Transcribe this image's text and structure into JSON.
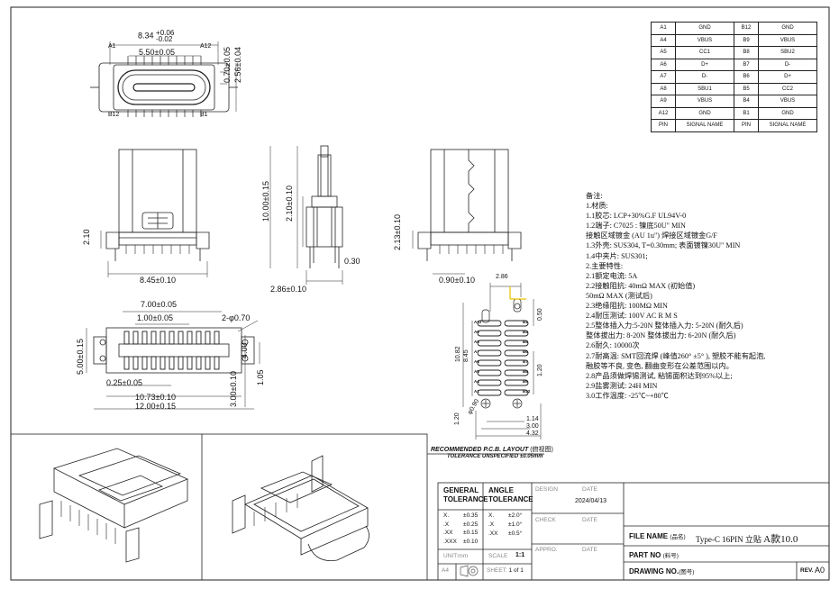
{
  "pin_table": {
    "rows": [
      [
        "A1",
        "GND",
        "B12",
        "GND"
      ],
      [
        "A4",
        "VBUS",
        "B9",
        "VBUS"
      ],
      [
        "A5",
        "CC1",
        "B8",
        "SBU2"
      ],
      [
        "A6",
        "D+",
        "B7",
        "D-"
      ],
      [
        "A7",
        "D-",
        "B6",
        "D+"
      ],
      [
        "A8",
        "SBU1",
        "B5",
        "CC2"
      ],
      [
        "A9",
        "VBUS",
        "B4",
        "VBUS"
      ],
      [
        "A12",
        "GND",
        "B1",
        "GND"
      ],
      [
        "PIN",
        "SIGNAL NAME",
        "PIN",
        "SIGNAL NAME"
      ]
    ]
  },
  "notes": [
    "备注:",
    "1.材质:",
    "1.1胶芯: LCP+30%G.F UL94V-0",
    "1.2端子: C7025 : 镍底50U\" MIN",
    "    接触区域镀金 (AU 1u\") 焊接区域镀金G/F",
    "1.3外壳: SUS304, T=0.30mm; 表面镀镍30U\" MIN",
    "1.4中夹片: SUS301;",
    "2.主要特性:",
    "2.1额定电流: 5A",
    "2.2接触阻抗: 40mΩ MAX (初始值)",
    "    50mΩ MAX (测试后)",
    "2.3绝缘阻抗: 100MΩ MIN",
    "2.4耐压测试: 100V AC R M S",
    "2.5整体插入力:5-20N 整体插入力: 5-20N (耐久后)",
    "    整体拔出力: 8-20N 整体拔出力: 6-20N (耐久后)",
    "2.6耐久: 10000次",
    "2.7耐高温: SMT回流焊 (峰值260° ±5° ), 塑胶不能有起泡,",
    "    融胶等不良, 变色, 翻曲变形在公差范围以内。",
    "2.8产品须做焊锡测试, 粘锡面积达到95%以上;",
    "2.9盐雾测试: 24H MIN",
    "3.0工作温度: -25℃~+80℃"
  ],
  "top_view": {
    "d_width": "8.34",
    "d_width_tol_plus": "+0.06",
    "d_width_tol_minus": "-0.02",
    "d_inner": "5.50±0.05",
    "d_height_a": "0.70±0.05",
    "d_height_b": "2.56±0.04",
    "lbl_a1": "A1",
    "lbl_a12": "A12",
    "lbl_b12": "B12",
    "lbl_b1": "B1"
  },
  "front_view": {
    "d_h": "2.10",
    "d_w": "8.45±0.10"
  },
  "side_view": {
    "d_total": "10.00±0.15",
    "d_mid": "2.10±0.10",
    "d_pin": "0.30",
    "d_base": "2.86±0.10"
  },
  "back_view": {
    "d_h": "2.13±0.10",
    "d_foot": "0.90±0.10"
  },
  "bottom_view": {
    "d_700": "7.00±0.05",
    "d_100": "1.00±0.05",
    "d_hole": "2-φ0.70",
    "d_500": "5.00±0.15",
    "d_400": "4.00",
    "d_105": "1.05",
    "d_025": "0.25±0.05",
    "d_1073": "10.73±0.10",
    "d_1200": "12.00±0.15",
    "d_300": "3.00±0.10"
  },
  "pcb_layout": {
    "d_top": "2.86",
    "d_050": "0.50",
    "d_1082": "10.82",
    "d_845": "8.45",
    "d_120a": "1.20",
    "d_120b": "1.20",
    "d_hole": "φ0.90",
    "d_114": "1.14",
    "d_300": "3.00",
    "d_432": "4.32",
    "title": "RECOMMENDED  P.C.B. LAYOUT",
    "title_cn": "(俯视图)",
    "tolerance": "TOLERANCE UNSPECIFIED ±0.05mm",
    "left_pins": [
      "A12",
      "A9",
      "A8",
      "A7",
      "A6",
      "A5",
      "A4",
      "A1"
    ],
    "right_pins": [
      "B1",
      "B4",
      "B5",
      "B6",
      "B7",
      "B8",
      "B9",
      "B12"
    ]
  },
  "title_block": {
    "general_tolerance_1": "GENERAL",
    "general_tolerance_2": "TOLERANCE",
    "angle_tolerance_1": "ANGLE",
    "angle_tolerance_2": "TOLERANCE",
    "tol_rows": [
      [
        "X.",
        "±0.35"
      ],
      [
        ".X",
        "±0.25"
      ],
      [
        ".XX",
        "±0.15"
      ],
      [
        ".XXX",
        "±0.10"
      ]
    ],
    "ang_rows": [
      [
        "X.",
        "±2.0°"
      ],
      [
        ".X",
        "±1.0°"
      ],
      [
        ".XX",
        "±0.5°"
      ]
    ],
    "unit_label": "UNIT:",
    "unit_value": "mm",
    "scale_label": "SCALE",
    "scale_value": "1:1",
    "paper": "A4",
    "sheet_label": "SHEET:",
    "sheet_value": "1 of 1",
    "design_label": "DESIGN",
    "check_label": "CHECK",
    "approved_label": "APPRO.",
    "date_label": "DATE",
    "design_date": "2024/04/13",
    "file_name_label": "FILE NAME",
    "file_name_cn": "(品名)",
    "file_name_value": "Type-C 16PIN 立贴",
    "file_name_suffix": "A款10.0",
    "part_no_label": "PART NO",
    "part_no_cn": "(料号)",
    "drawing_no_label": "DRAWING NO.",
    "drawing_no_cn": "(图号)",
    "rev_label": "REV.",
    "rev_value": "A0"
  },
  "colors": {
    "line": "#2a2a2a",
    "accent": "#e6c200",
    "muted": "#888888"
  }
}
